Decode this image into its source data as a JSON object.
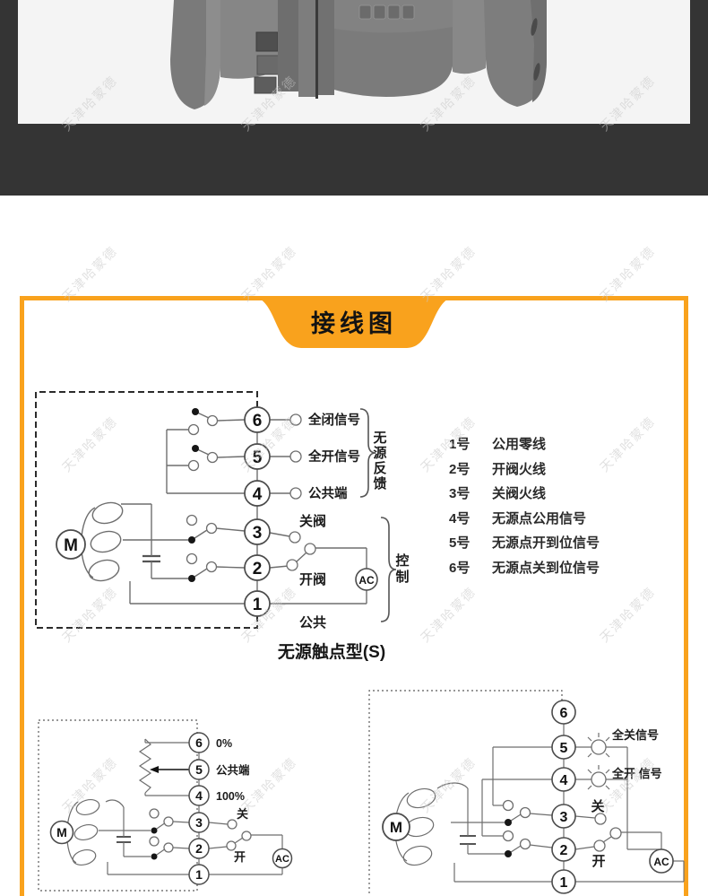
{
  "watermark": {
    "text": "天津哈蒙德"
  },
  "accent_color": "#F9A21D",
  "banner": {
    "title": "接线图"
  },
  "main_diagram": {
    "terminals": [
      "6",
      "5",
      "4",
      "3",
      "2",
      "1"
    ],
    "motor_label": "M",
    "ac_label": "AC",
    "label_6": "全闭信号",
    "label_5": "全开信号",
    "label_4": "公共端",
    "label_3": "关阀",
    "label_2": "开阀",
    "label_1": "公共",
    "feedback_chars": [
      "无",
      "源",
      "反",
      "馈"
    ],
    "control_chars": [
      "控",
      "制"
    ],
    "caption": "无源触点型(S)"
  },
  "terminal_list": {
    "items": [
      {
        "num": "1号",
        "desc": "公用零线"
      },
      {
        "num": "2号",
        "desc": "开阀火线"
      },
      {
        "num": "3号",
        "desc": "关阀火线"
      },
      {
        "num": "4号",
        "desc": "无源点公用信号"
      },
      {
        "num": "5号",
        "desc": "无源点开到位信号"
      },
      {
        "num": "6号",
        "desc": "无源点关到位信号"
      }
    ]
  },
  "diagram_left": {
    "terminals": [
      "6",
      "5",
      "4",
      "3",
      "2",
      "1"
    ],
    "motor_label": "M",
    "ac_label": "AC",
    "label_6": "0%",
    "label_5": "公共端",
    "label_4": "100%",
    "label_3": "关",
    "label_2": "开"
  },
  "diagram_right": {
    "terminals": [
      "6",
      "5",
      "4",
      "3",
      "2",
      "1"
    ],
    "motor_label": "M",
    "ac_label": "AC",
    "lamp5_label": "全关信号",
    "lamp4_label": "全开 信号",
    "label_3": "关",
    "label_2": "开"
  }
}
